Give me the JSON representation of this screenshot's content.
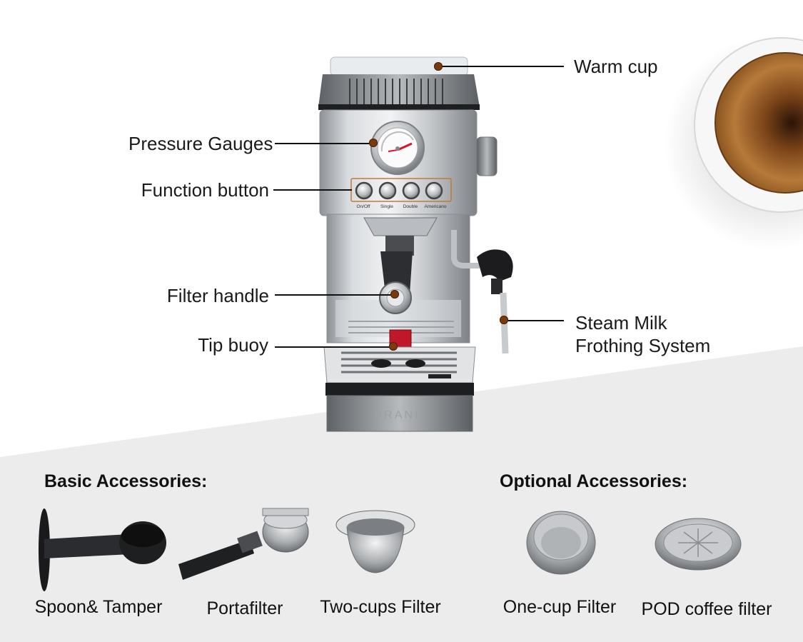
{
  "callouts": {
    "warm_cup": "Warm cup",
    "pressure_gauges": "Pressure Gauges",
    "function_button": "Function button",
    "filter_handle": "Filter handle",
    "tip_buoy": "Tip buoy",
    "steam_line1": "Steam Milk",
    "steam_line2": "Frothing System"
  },
  "machine": {
    "buttons": [
      "On/Off",
      "Single",
      "Double",
      "Americano"
    ],
    "brand": "BRAND"
  },
  "sections": {
    "basic": "Basic Accessories:",
    "optional": "Optional Accessories:"
  },
  "accessories": {
    "basic": [
      "Spoon& Tamper",
      "Portafilter",
      "Two-cups Filter"
    ],
    "optional": [
      "One-cup Filter",
      "POD coffee filter"
    ]
  },
  "colors": {
    "leader_dot": "#7a3a10",
    "button_box": "#c07a3a",
    "gauge_needle": "#e0102a",
    "tip_buoy": "#c0182a",
    "lower_band": "#ececec"
  }
}
